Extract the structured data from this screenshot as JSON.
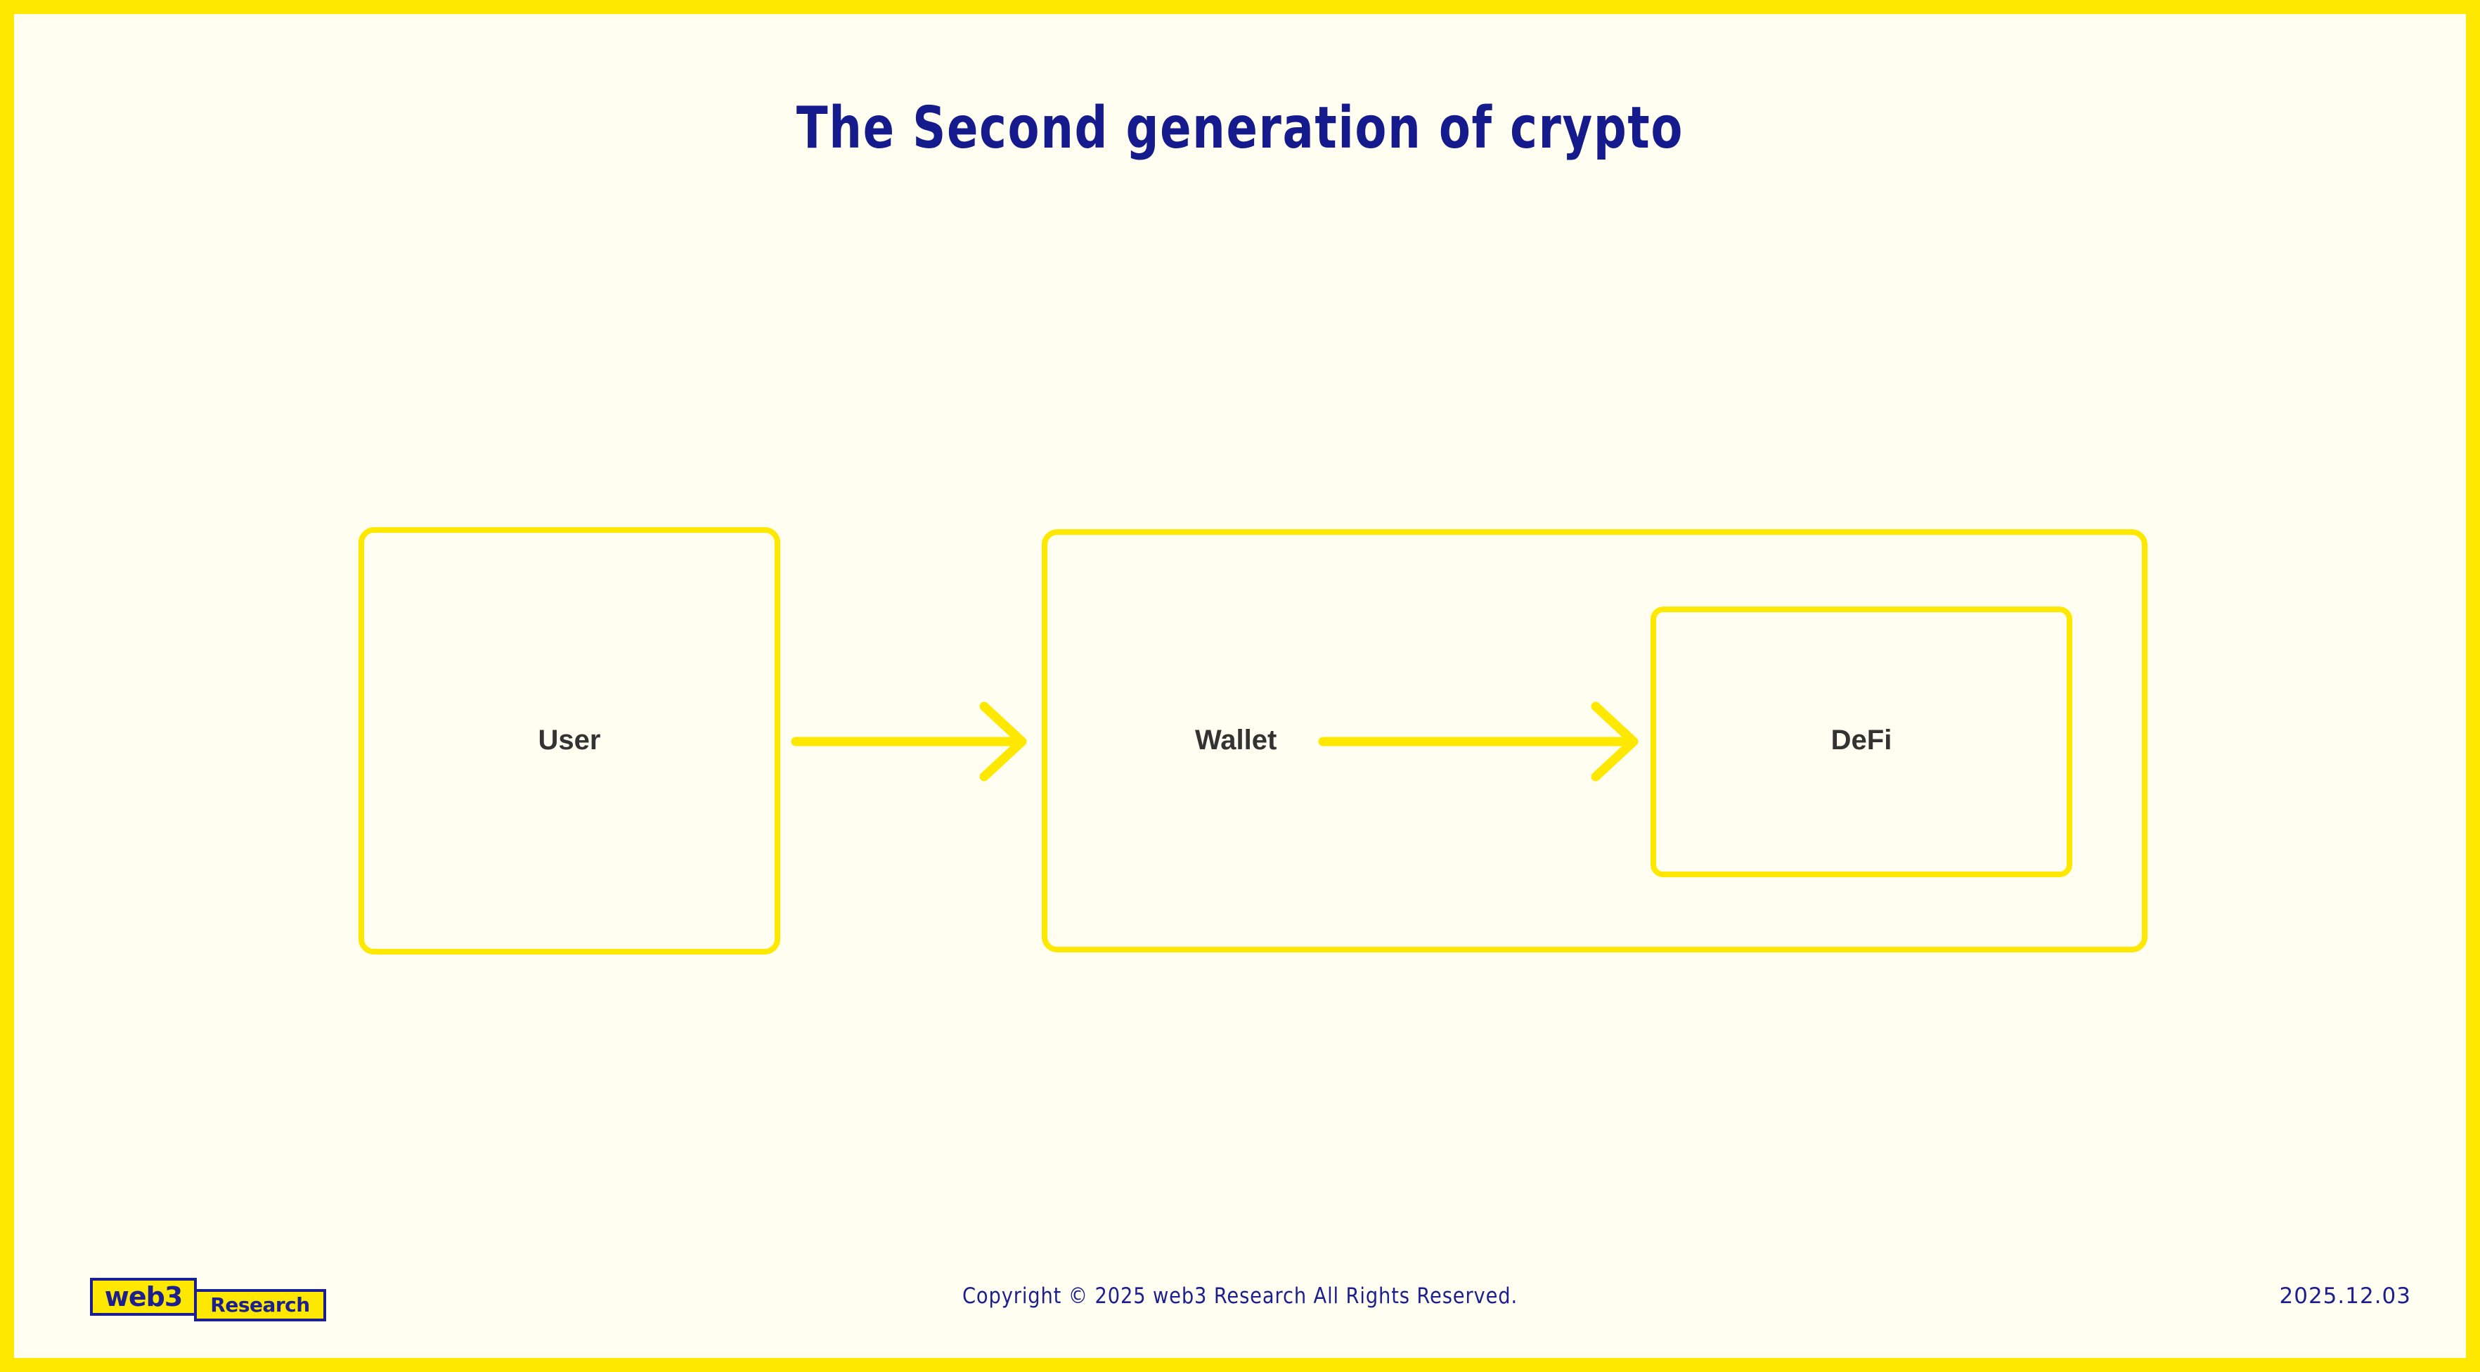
{
  "slide": {
    "title": "The Second generation of crypto",
    "background_color": "#FFFEF0",
    "frame_color": "#FFE800",
    "title_color": "#151A8C"
  },
  "diagram": {
    "type": "flow",
    "accent_color": "#FFE800",
    "label_color": "#333333",
    "nodes": [
      {
        "id": "user",
        "label": "User"
      },
      {
        "id": "wallet",
        "label": "Wallet"
      },
      {
        "id": "defi",
        "label": "DeFi"
      }
    ],
    "edges": [
      {
        "from": "user",
        "to": "wallet",
        "style": "arrow-right"
      },
      {
        "from": "wallet",
        "to": "defi",
        "style": "arrow-right"
      }
    ]
  },
  "footer": {
    "copyright": "Copyright © 2025 web3 Research All Rights Reserved.",
    "date": "2025.12.03",
    "text_color": "#1B1F8F",
    "logo": {
      "primary": "web3",
      "secondary": "Research"
    }
  }
}
